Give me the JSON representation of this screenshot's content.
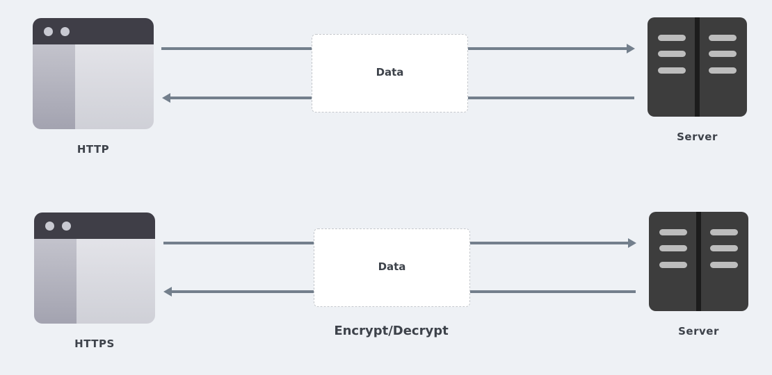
{
  "colors": {
    "background": "#eef1f5",
    "arrow": "#737f8c",
    "browser_titlebar": "#3f3e47",
    "server_body": "#3d3d3d",
    "data_box_border": "#c4c7cc"
  },
  "icons": {
    "client": "browser-window-icon",
    "server": "server-rack-icon",
    "arrow": "arrow-icon"
  },
  "rows": [
    {
      "client_label": "HTTP",
      "data_label": "Data",
      "server_label": "Server",
      "caption": ""
    },
    {
      "client_label": "HTTPS",
      "data_label": "Data",
      "server_label": "Server",
      "caption": "Encrypt/Decrypt"
    }
  ]
}
